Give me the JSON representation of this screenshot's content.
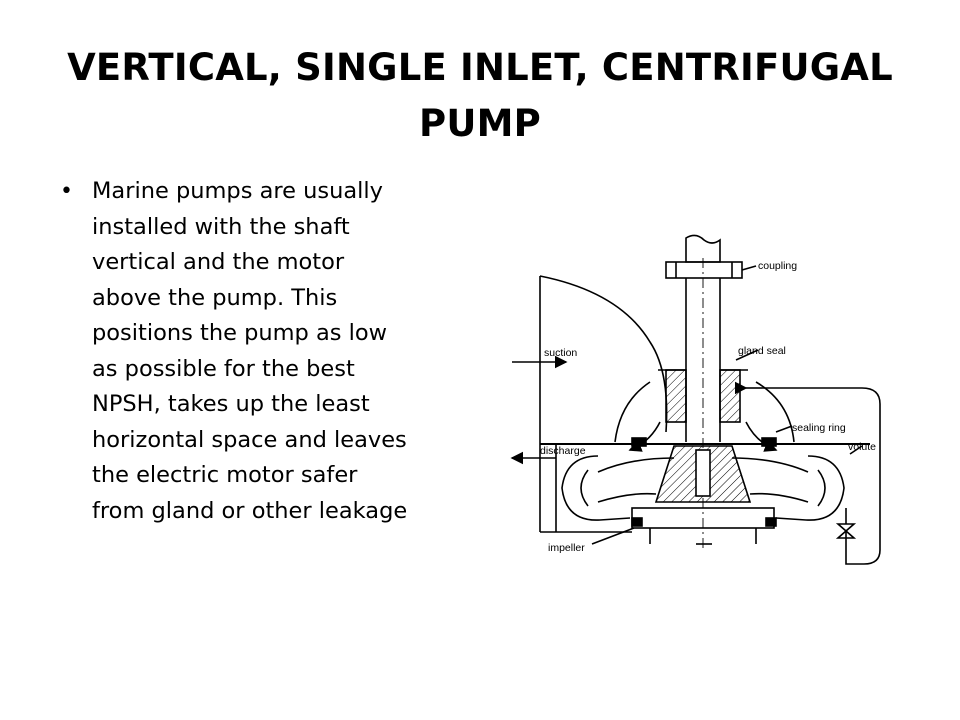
{
  "slide": {
    "title_line1": "VERTICAL, SINGLE INLET, CENTRIFUGAL",
    "title_line2": "PUMP",
    "bullets": [
      {
        "marker": "•",
        "lines": [
          "Marine pumps are usually",
          "installed with the shaft",
          "vertical and the motor",
          "above the pump. This",
          "positions the pump as low",
          "as possible for the best",
          "NPSH, takes up the least",
          "horizontal space and leaves",
          "the electric motor safer",
          "from gland or other leakage"
        ]
      }
    ]
  },
  "diagram": {
    "labels": {
      "coupling": "coupling",
      "suction": "suction",
      "gland_seal": "gland seal",
      "sealing_ring": "sealing ring",
      "discharge": "discharge",
      "volute": "volute",
      "impeller": "impeller"
    },
    "line_color": "#000000"
  }
}
